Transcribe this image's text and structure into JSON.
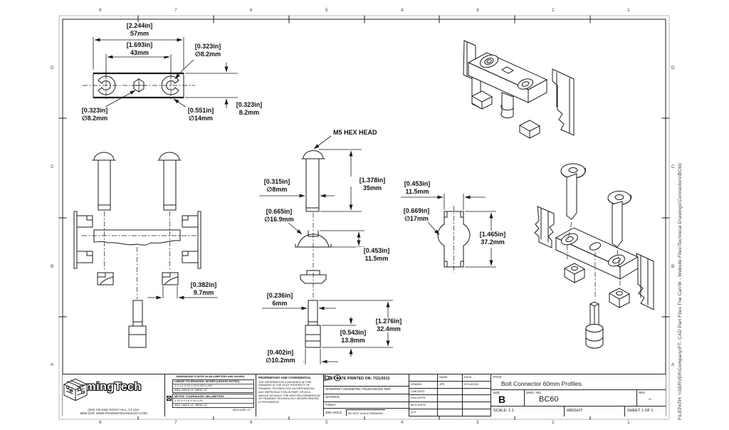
{
  "sheet": {
    "zone_cols": [
      "8",
      "7",
      "6",
      "5",
      "4",
      "3",
      "2",
      "1"
    ],
    "zone_rows": [
      "D",
      "C",
      "B",
      "A"
    ],
    "filepath": "FILEPATH: \\\\SERVER\\Company\\FT- CAD Part Files The Can'W - Website Files\\Technical Drawings\\Connectors\\BC60"
  },
  "labels": {
    "m5_hex": "M5 HEX HEAD"
  },
  "dims": {
    "plate_width": {
      "in": "[2.244in]",
      "mm": "57mm"
    },
    "slot_spacing": {
      "in": "[1.693in]",
      "mm": "43mm"
    },
    "slot_dia_top": {
      "in": "[0.323in]",
      "mm": "∅8.2mm"
    },
    "plate_height": {
      "in": "[0.323in]",
      "mm": "8.2mm"
    },
    "center_hole": {
      "in": "[0.323in]",
      "mm": "∅8.2mm"
    },
    "slot_width": {
      "in": "[0.551in]",
      "mm": "∅14mm"
    },
    "tnut_width": {
      "in": "[0.382in]",
      "mm": "9.7mm"
    },
    "bolt_dia": {
      "in": "[0.315in]",
      "mm": "∅8mm"
    },
    "bolt_length": {
      "in": "[1.378in]",
      "mm": "35mm"
    },
    "washer_dia": {
      "in": "[0.665in]",
      "mm": "∅16.9mm"
    },
    "washer_height": {
      "in": "[0.453in]",
      "mm": "11.5mm"
    },
    "pin_shaft_dia": {
      "in": "[0.236in]",
      "mm": "6mm"
    },
    "pin_body_len": {
      "in": "[0.543in]",
      "mm": "13.8mm"
    },
    "pin_total_len": {
      "in": "[1.276in]",
      "mm": "32.4mm"
    },
    "pin_dia": {
      "in": "[0.402in]",
      "mm": "∅10.2mm"
    },
    "profile_neck": {
      "in": "[0.453in]",
      "mm": "11.5mm"
    },
    "profile_dia": {
      "in": "[0.669in]",
      "mm": "∅17mm"
    },
    "profile_height": {
      "in": "[1.465in]",
      "mm": "37.2mm"
    }
  },
  "logo": {
    "brand": "FramingTech",
    "address_line1": "(203) 743-2151   ROCKY HILL, CT   USA",
    "address_line2": "WEB-SITE: WWW.FRAMINGTECHNOLOGY.COM"
  },
  "tolerance": {
    "header": "DIMENSIONS STATED IN MILLIMETERS AND INCHES",
    "t1": [
      "LINEAR TOLERANCES: INCHES (UNLESS NOTED)",
      "X.X ±.1    X.XX ±.03    X.XXX ±.010",
      "ANG:  MACH ±1°    BEND ±2°"
    ],
    "t2": [
      "METRIC TOLERANCES: MILLIMETERS",
      "X ±2    X.X ±.8    X.XX ±.25",
      "ANG:  MACH ±1°    BEND ±2°"
    ],
    "angular_note": "ANGULAR: ±1°"
  },
  "proprietary": {
    "title": "PROPRIETARY AND CONFIDENTIAL",
    "body": "THE INFORMATION CONTAINED IN THIS DRAWING IS THE SOLE PROPERTY OF FRAMING TECHNOLOGY INCORPORATED.  ANY REPRODUCTION IN PART OR AS A WHOLE WITHOUT THE WRITTEN PERMISSION OF FRAMING TECHNOLOGY INCORPORATED IS PROHIBITED."
  },
  "titleblock": {
    "last_printed": "LAST DATE PRINTED ON: 7/21/2015",
    "interpret": "INTERPRET GEOMETRIC TOLERANCING PER:",
    "material_label": "MATERIAL",
    "finish_label": "FINISH",
    "third_angle_label": "3RD ANGLE",
    "do_not_scale": "DO NOT SCALE DRAWING",
    "name_header": "NAME",
    "date_header": "DATE",
    "approvals": [
      {
        "role": "DRAWN",
        "name": "JPE",
        "date": "07/14/2015"
      },
      {
        "role": "CHECKED",
        "name": "",
        "date": ""
      },
      {
        "role": "ENG APPR.",
        "name": "",
        "date": ""
      },
      {
        "role": "MFG APPR.",
        "name": "",
        "date": ""
      },
      {
        "role": "Q.A.",
        "name": "",
        "date": ""
      }
    ],
    "title_label": "TITLE:",
    "title": "Bolt Connector 60mm Profiles",
    "size_label": "SIZE",
    "size": "B",
    "dwg_label": "DWG.  NO.",
    "dwg_no": "BC60",
    "rev_label": "REV",
    "rev": "–",
    "scale": "SCALE: 1:1",
    "weight_label": "WEIGHT:",
    "sheet": "SHEET 1 OF 1"
  }
}
